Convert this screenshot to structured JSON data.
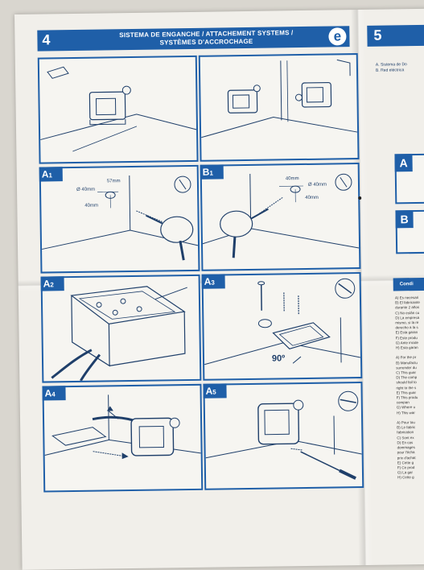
{
  "left_page": {
    "page_number": "4",
    "title_line1": "SISTEMA DE ENGANCHE / ATTACHEMENT SYSTEMS /",
    "title_line2": "SYSTÈMES D'ACCROCHAGE",
    "logo_letter": "e"
  },
  "panels": {
    "a1": {
      "badge": "A",
      "sub": "1",
      "dim_width": "57mm",
      "dim_hole": "Ø 40mm",
      "dim_height": "40mm"
    },
    "b1": {
      "badge": "B",
      "sub": "1",
      "dim_width": "40mm",
      "dim_hole": "Ø 40mm",
      "dim_height": "40mm"
    },
    "a2": {
      "badge": "A",
      "sub": "2"
    },
    "a3": {
      "badge": "A",
      "sub": "3",
      "angle": "90º"
    },
    "a4": {
      "badge": "A",
      "sub": "4"
    },
    "a5": {
      "badge": "A",
      "sub": "5"
    }
  },
  "right_page": {
    "page_number": "5",
    "subhead_line1": "A. Sistema de Do",
    "subhead_line2": "B. Red eléctrica",
    "box_a": "A",
    "box_b": "B",
    "conditions_header": "Condi",
    "conditions_lines": [
      "A) Es necesari",
      "B) El fabricante",
      "durante 2 años",
      "C) No están cu",
      "D) La empresa",
      "mismo, si la re",
      "derecho a la s",
      "E) Esta garan",
      "F) Este produ",
      "G) Ante incide",
      "H) Esta garan",
      "",
      "A) For the pr",
      "B) Manufactu",
      "surrender du",
      "C) This guar",
      "D) The comp",
      "should fail to",
      "right to the s",
      "E) This guar",
      "F) This produ",
      "compan",
      "G) Where u",
      "H) This war",
      "",
      "A) Pour tou",
      "B) Le fabric",
      "fabrication",
      "C) Sont ex",
      "D) En cas",
      "dommages",
      "pour l'écha",
      "prix d'achat",
      "E) Cette g",
      "F) Ce prod",
      "G) La gar",
      "H) Cette g"
    ]
  }
}
